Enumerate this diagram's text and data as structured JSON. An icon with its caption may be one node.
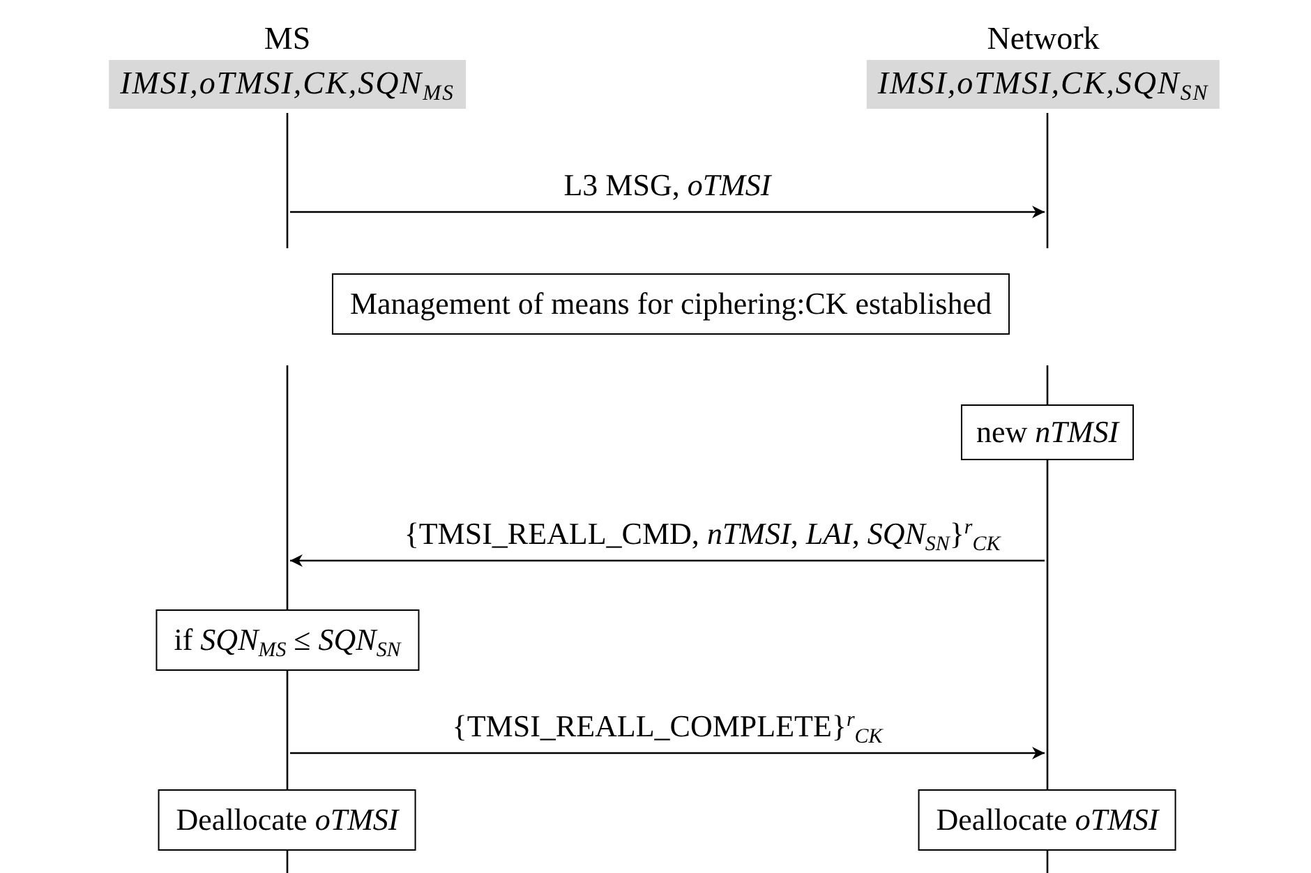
{
  "diagram": {
    "nodes": [
      {
        "text": [
          "MS",
          "IMSI,oTMSI,CK,SQN$_{MS}$"
        ]
      },
      {
        "text": [
          "Network",
          "IMSI,oTMSI,CK,SQN$_{SN}$"
        ]
      },
      {
        "text": [],
        "shape": "bar"
      },
      {
        "text": [],
        "shape": "bar"
      },
      {
        "text": [
          "Management of means for ciphering:CK established"
        ]
      },
      {
        "text": [],
        "shape": "bar"
      },
      {
        "text": [],
        "shape": "bar"
      },
      {
        "text": [
          "new *nTMSI*"
        ]
      },
      {
        "text": [],
        "shape": "bar"
      },
      {
        "text": [
          "if *SQN*$_{MS}$ ≤ *SQN*$_{SN}$"
        ]
      },
      {
        "text": [],
        "shape": "bar"
      },
      {
        "text": [
          "Deallocate *oTMSI*"
        ]
      },
      {
        "text": [
          "Deallocate *oTMSI*"
        ]
      },
      {
        "text": [],
        "shape": "bar"
      },
      {
        "text": [],
        "shape": "bar"
      }
    ],
    "edges": [
      {
        "from": 2,
        "to": 3,
        "arrow": "to",
        "label": "L3 MSG, *oTMSI*"
      },
      {
        "from": 8,
        "to": 5,
        "arrow": "to",
        "label": "{TMSI_REALL_CMD, *nTMSI*, *LAI*, *SQN*$_{SN}$}$^{r}$$_{CK}$"
      },
      {
        "from": 10,
        "to": 8,
        "arrow": "to",
        "label": "{TMSI_REALL_COMPLETE}$^{r}$$_{CK}$"
      }
    ]
  }
}
